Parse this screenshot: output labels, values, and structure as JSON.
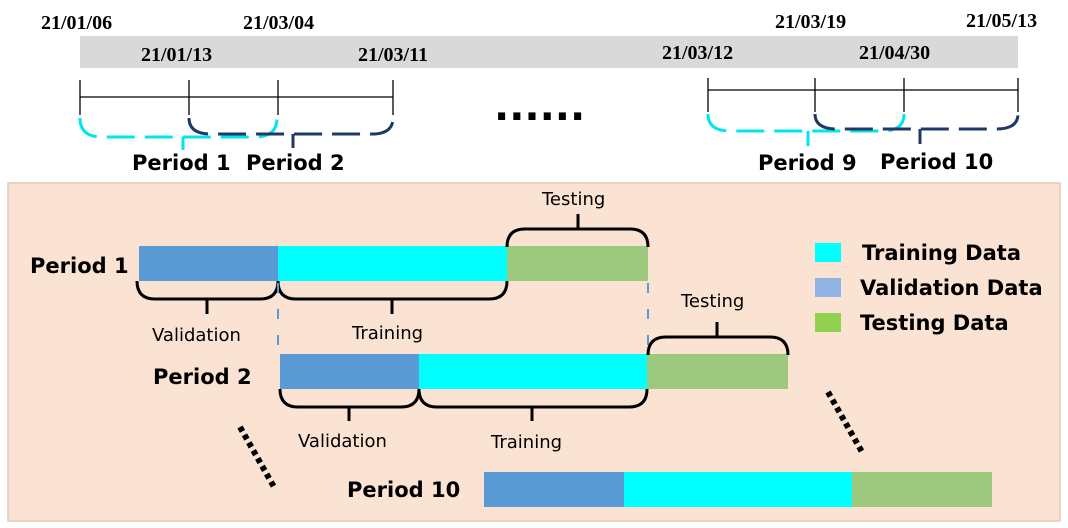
{
  "timeline": {
    "dates": {
      "d1": "21/01/06",
      "d2": "21/01/13",
      "d3": "21/03/04",
      "d4": "21/03/11",
      "d5": "21/03/12",
      "d6": "21/03/19",
      "d7": "21/04/30",
      "d8": "21/05/13"
    },
    "ellipsis": "......",
    "period_labels": {
      "p1": "Period 1",
      "p2": "Period 2",
      "p9": "Period 9",
      "p10": "Period 10"
    }
  },
  "detail": {
    "rows": [
      {
        "label": "Period 1",
        "validation_label": "Validation",
        "training_label": "Training",
        "testing_label": "Testing"
      },
      {
        "label": "Period 2",
        "validation_label": "Validation",
        "training_label": "Training",
        "testing_label": "Testing"
      },
      {
        "label": "Period 10"
      }
    ]
  },
  "legend": {
    "items": [
      {
        "label": "Training Data",
        "color": "#00ffff"
      },
      {
        "label": "Validation Data",
        "color": "#8fb4e3"
      },
      {
        "label": "Testing Data",
        "color": "#92d050"
      }
    ]
  },
  "colors": {
    "validation_bar": "#5b9bd5",
    "training_bar": "#00ffff",
    "testing_bar": "#9dc97f",
    "panel_background": "#fbe3d3",
    "light_bracket": "#00e6f0",
    "dark_bracket": "#1f3864"
  }
}
